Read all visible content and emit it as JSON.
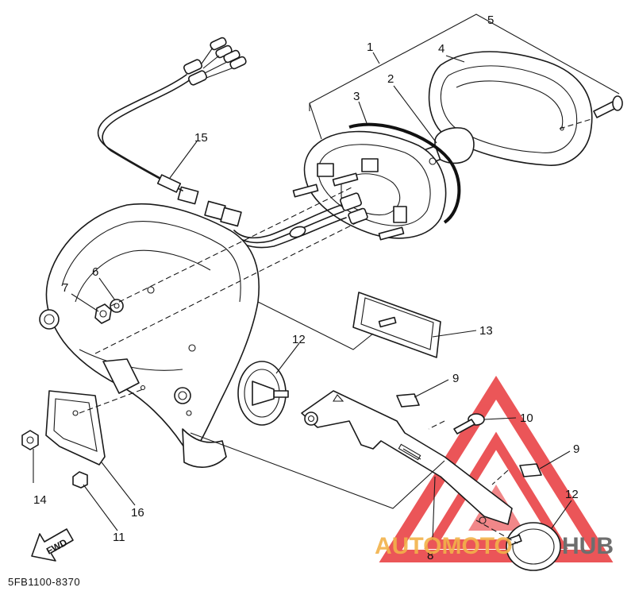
{
  "callouts": [
    {
      "id": "c1",
      "text": "1"
    },
    {
      "id": "c2",
      "text": "2"
    },
    {
      "id": "c3",
      "text": "3"
    },
    {
      "id": "c4",
      "text": "4"
    },
    {
      "id": "c5",
      "text": "5"
    },
    {
      "id": "c6",
      "text": "6"
    },
    {
      "id": "c7",
      "text": "7"
    },
    {
      "id": "c8",
      "text": "8"
    },
    {
      "id": "c9a",
      "text": "9"
    },
    {
      "id": "c9b",
      "text": "9"
    },
    {
      "id": "c10",
      "text": "10"
    },
    {
      "id": "c11",
      "text": "11"
    },
    {
      "id": "c12a",
      "text": "12"
    },
    {
      "id": "c12b",
      "text": "12"
    },
    {
      "id": "c13",
      "text": "13"
    },
    {
      "id": "c14",
      "text": "14"
    },
    {
      "id": "c15",
      "text": "15"
    },
    {
      "id": "c16",
      "text": "16"
    }
  ],
  "direction_label": "FWD",
  "diagram_code": "5FB1100-8370",
  "watermark": {
    "part1": "AUTOMOTO",
    "part2": "HUB",
    "color_primary": "#e8383b",
    "color_secondary": "#f2b24a",
    "color_dark": "#6e6e6e"
  }
}
